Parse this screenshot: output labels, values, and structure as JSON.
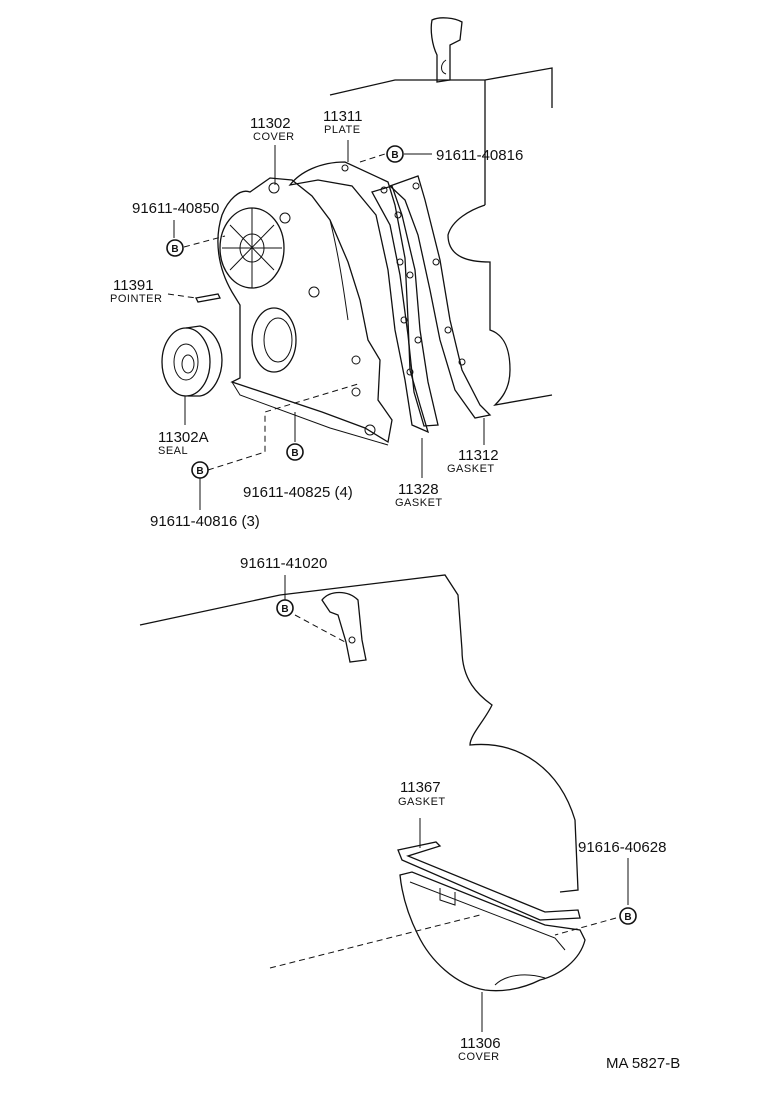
{
  "bolt_symbol": "B",
  "parts": {
    "cover_upper": {
      "number": "11302",
      "name": "COVER"
    },
    "plate": {
      "number": "11311",
      "name": "PLATE"
    },
    "bolt_top": {
      "number": "91611-40816"
    },
    "bolt_left": {
      "number": "91611-40850"
    },
    "pointer": {
      "number": "11391",
      "name": "POINTER"
    },
    "seal": {
      "number": "11302A",
      "name": "SEAL"
    },
    "gasket_outer": {
      "number": "11312",
      "name": "GASKET"
    },
    "gasket_inner": {
      "number": "11328",
      "name": "GASKET"
    },
    "bolt_mid": {
      "number": "91611-40825 (4)"
    },
    "bolt_low": {
      "number": "91611-40816 (3)"
    },
    "bolt_bracket": {
      "number": "91611-41020"
    },
    "gasket_pan": {
      "number": "11367",
      "name": "GASKET"
    },
    "bolt_pan": {
      "number": "91616-40628"
    },
    "cover_lower": {
      "number": "11306",
      "name": "COVER"
    }
  },
  "catalog_ref": "MA 5827-B"
}
